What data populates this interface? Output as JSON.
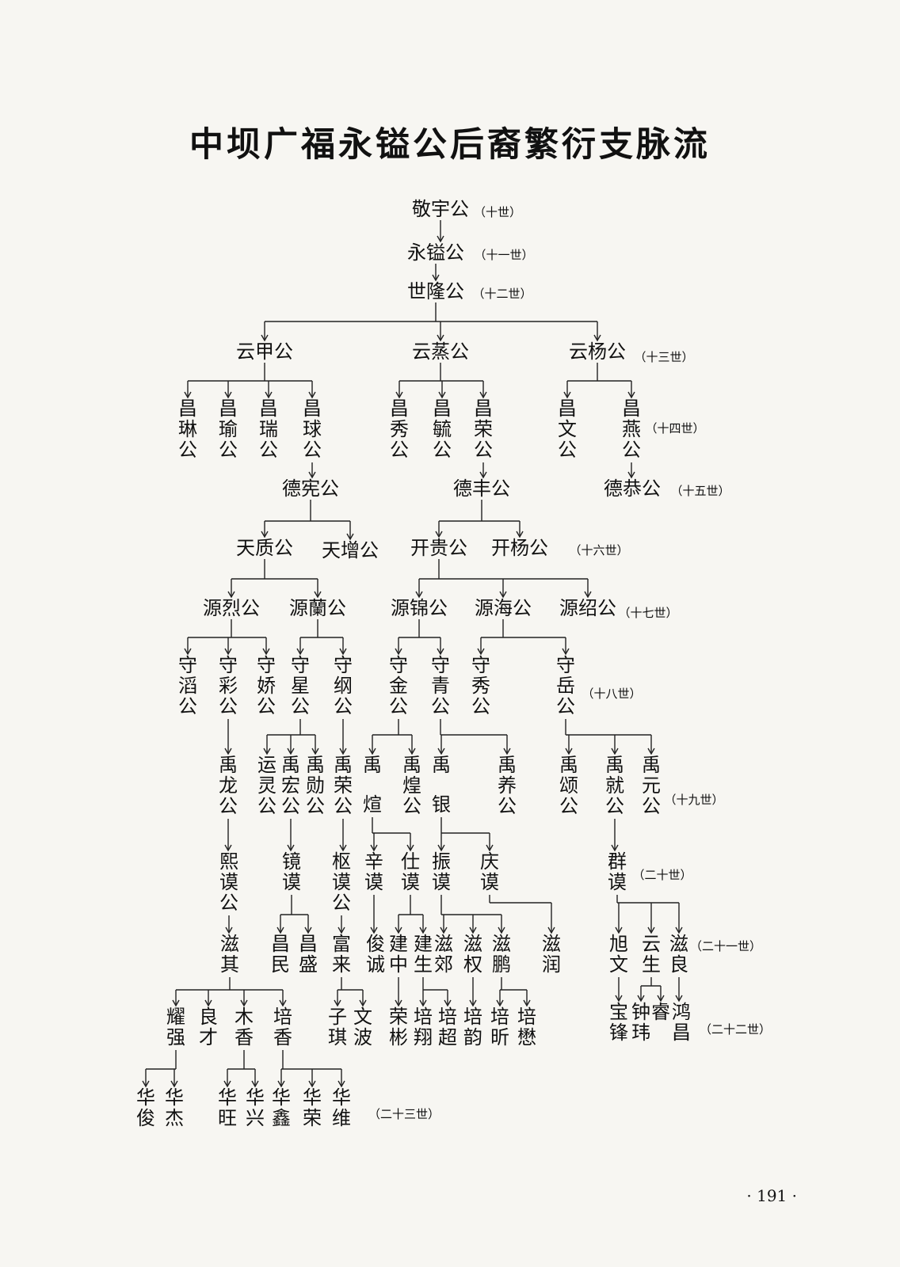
{
  "title": "中坝广福永镒公后裔繁衍支脉流",
  "page_number": "· 191 ·",
  "generations": {
    "g10": "（十世）",
    "g11": "（十一世）",
    "g12": "（十二世）",
    "g13": "（十三世）",
    "g14": "（十四世）",
    "g15": "（十五世）",
    "g16": "（十六世）",
    "g17": "（十七世）",
    "g18": "（十八世）",
    "g19": "（十九世）",
    "g20": "（二十世）",
    "g21": "（二十一世）",
    "g22": "（二十二世）",
    "g23": "（二十三世）"
  },
  "nodes": {
    "n1": "敬宇公",
    "n2": "永镒公",
    "n3": "世隆公",
    "n4": "云甲公",
    "n5": "云蒸公",
    "n6": "云杨公",
    "n7": "昌琳公",
    "n8": "昌瑜公",
    "n9": "昌瑞公",
    "n10": "昌球公",
    "n11": "昌秀公",
    "n12": "昌毓公",
    "n13": "昌荣公",
    "n14": "昌文公",
    "n15": "昌燕公",
    "n16": "德宪公",
    "n17": "德丰公",
    "n18": "德恭公",
    "n19": "天质公",
    "n20": "天增公",
    "n21": "开贵公",
    "n22": "开杨公",
    "n23": "源烈公",
    "n24": "源蘭公",
    "n25": "源锦公",
    "n26": "源海公",
    "n27": "源绍公",
    "n28": "守滔公",
    "n29": "守彩公",
    "n30": "守娇公",
    "n31": "守星公",
    "n32": "守纲公",
    "n33": "守金公",
    "n34": "守青公",
    "n35": "守秀公",
    "n36": "守岳公",
    "n37": "禹龙公",
    "n38": "运灵公",
    "n39": "禹宏公",
    "n40": "禹勋公",
    "n41": "禹荣公",
    "n42": "禹煊",
    "n43": "禹煌公",
    "n44": "禹银",
    "n45": "禹养公",
    "n46": "禹颂公",
    "n47": "禹就公",
    "n48": "禹元公",
    "n49": "熙谟公",
    "n50": "镜谟",
    "n51": "枢谟公",
    "n52": "辛谟",
    "n53": "仕谟",
    "n54": "振谟",
    "n55": "庆谟",
    "n56": "群谟",
    "n57": "滋其",
    "n58": "昌民",
    "n59": "昌盛",
    "n60": "富来",
    "n61": "俊诚",
    "n62": "建中",
    "n63": "建生",
    "n64": "滋郊",
    "n65": "滋权",
    "n66": "滋鹏",
    "n67": "滋润",
    "n68": "旭文",
    "n69": "云生",
    "n70": "滋良",
    "n71": "耀强",
    "n72": "良才",
    "n73": "木香",
    "n74": "培香",
    "n75": "子琪",
    "n76": "文波",
    "n77": "荣彬",
    "n78": "培翔",
    "n79": "培超",
    "n80": "培韵",
    "n81": "培昕",
    "n82": "培懋",
    "n83": "宝锋",
    "n84": "钟玮",
    "n85": "睿",
    "n86": "鸿昌",
    "n87": "华俊",
    "n88": "华杰",
    "n89": "华旺",
    "n90": "华兴",
    "n91": "华鑫",
    "n92": "华荣",
    "n93": "华维"
  }
}
